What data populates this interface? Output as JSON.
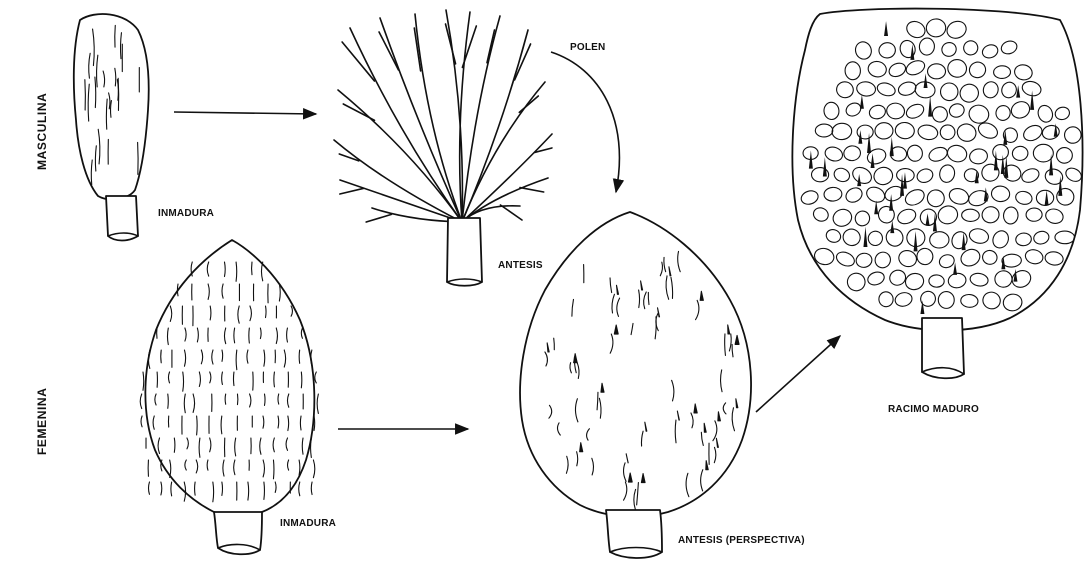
{
  "labels": {
    "row_male": "MASCULINA",
    "row_female": "FEMENINA",
    "male_immature": "INMADURA",
    "male_anthesis": "ANTESIS",
    "pollen": "POLEN",
    "female_immature": "INMADURA",
    "female_anthesis": "ANTESIS (PERSPECTIVA)",
    "mature_bunch": "RACIMO MADURO"
  },
  "colors": {
    "ink": "#111111",
    "background": "#ffffff"
  }
}
